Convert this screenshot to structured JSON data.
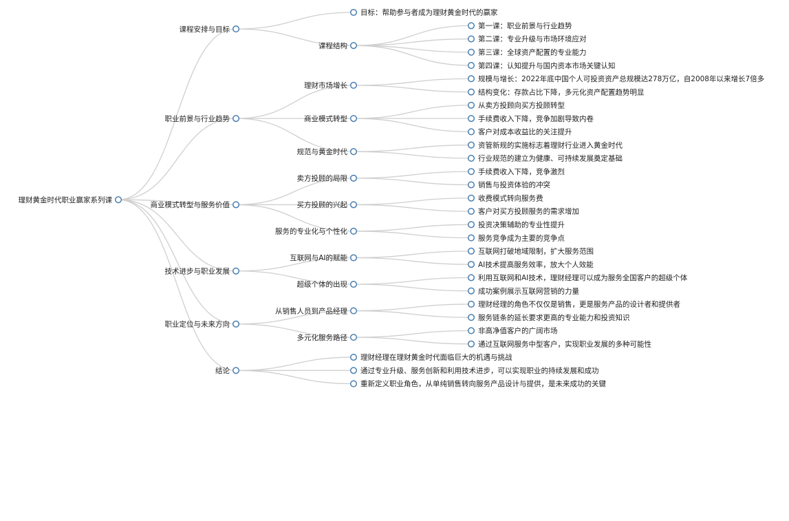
{
  "colors": {
    "link": "#cfcfcf",
    "node_stroke": "#4a7fb0",
    "node_fill": "#ffffff",
    "text": "#222222"
  },
  "tree": {
    "label": "理财黄金时代职业赢家系列课",
    "children": [
      {
        "label": "课程安排与目标",
        "children": [
          {
            "label": "目标：帮助参与者成为理财黄金时代的赢家"
          },
          {
            "label": "课程结构",
            "children": [
              {
                "label": "第一课：职业前景与行业趋势"
              },
              {
                "label": "第二课：专业升级与市场环境应对"
              },
              {
                "label": "第三课：全球资产配置的专业能力"
              },
              {
                "label": "第四课：认知提升与国内资本市场关键认知"
              }
            ]
          }
        ]
      },
      {
        "label": "职业前景与行业趋势",
        "children": [
          {
            "label": "理财市场增长",
            "children": [
              {
                "label": "规模与增长：2022年底中国个人可投资资产总规模达278万亿，自2008年以来增长7倍多"
              },
              {
                "label": "结构变化：存款占比下降，多元化资产配置趋势明显"
              }
            ]
          },
          {
            "label": "商业模式转型",
            "children": [
              {
                "label": "从卖方投顾向买方投顾转型"
              },
              {
                "label": "手续费收入下降，竞争加剧导致内卷"
              },
              {
                "label": "客户对成本收益比的关注提升"
              }
            ]
          },
          {
            "label": "规范与黄金时代",
            "children": [
              {
                "label": "资管新规的实施标志着理财行业进入黄金时代"
              },
              {
                "label": "行业规范的建立为健康、可持续发展奠定基础"
              }
            ]
          }
        ]
      },
      {
        "label": "商业模式转型与服务价值",
        "children": [
          {
            "label": "卖方投顾的局限",
            "children": [
              {
                "label": "手续费收入下降，竞争激烈"
              },
              {
                "label": "销售与投资体验的冲突"
              }
            ]
          },
          {
            "label": "买方投顾的兴起",
            "children": [
              {
                "label": "收费模式转向服务费"
              },
              {
                "label": "客户对买方投顾服务的需求增加"
              }
            ]
          },
          {
            "label": "服务的专业化与个性化",
            "children": [
              {
                "label": "投资决策辅助的专业性提升"
              },
              {
                "label": "服务竞争成为主要的竞争点"
              }
            ]
          }
        ]
      },
      {
        "label": "技术进步与职业发展",
        "children": [
          {
            "label": "互联网与AI的赋能",
            "children": [
              {
                "label": "互联网打破地域限制，扩大服务范围"
              },
              {
                "label": "AI技术提高服务效率，放大个人效能"
              }
            ]
          },
          {
            "label": "超级个体的出现",
            "children": [
              {
                "label": "利用互联网和AI技术，理财经理可以成为服务全国客户的超级个体"
              },
              {
                "label": "成功案例展示互联网营销的力量"
              }
            ]
          }
        ]
      },
      {
        "label": "职业定位与未来方向",
        "children": [
          {
            "label": "从销售人员到产品经理",
            "children": [
              {
                "label": "理财经理的角色不仅仅是销售，更是服务产品的设计者和提供者"
              },
              {
                "label": "服务链条的延长要求更高的专业能力和投资知识"
              }
            ]
          },
          {
            "label": "多元化服务路径",
            "children": [
              {
                "label": "非高净值客户的广阔市场"
              },
              {
                "label": "通过互联网服务中型客户，实现职业发展的多种可能性"
              }
            ]
          }
        ]
      },
      {
        "label": "结论",
        "children": [
          {
            "label": "理财经理在理财黄金时代面临巨大的机遇与挑战"
          },
          {
            "label": "通过专业升级、服务创新和利用技术进步，可以实现职业的持续发展和成功"
          },
          {
            "label": "重新定义职业角色，从单纯销售转向服务产品设计与提供，是未来成功的关键"
          }
        ]
      }
    ]
  }
}
